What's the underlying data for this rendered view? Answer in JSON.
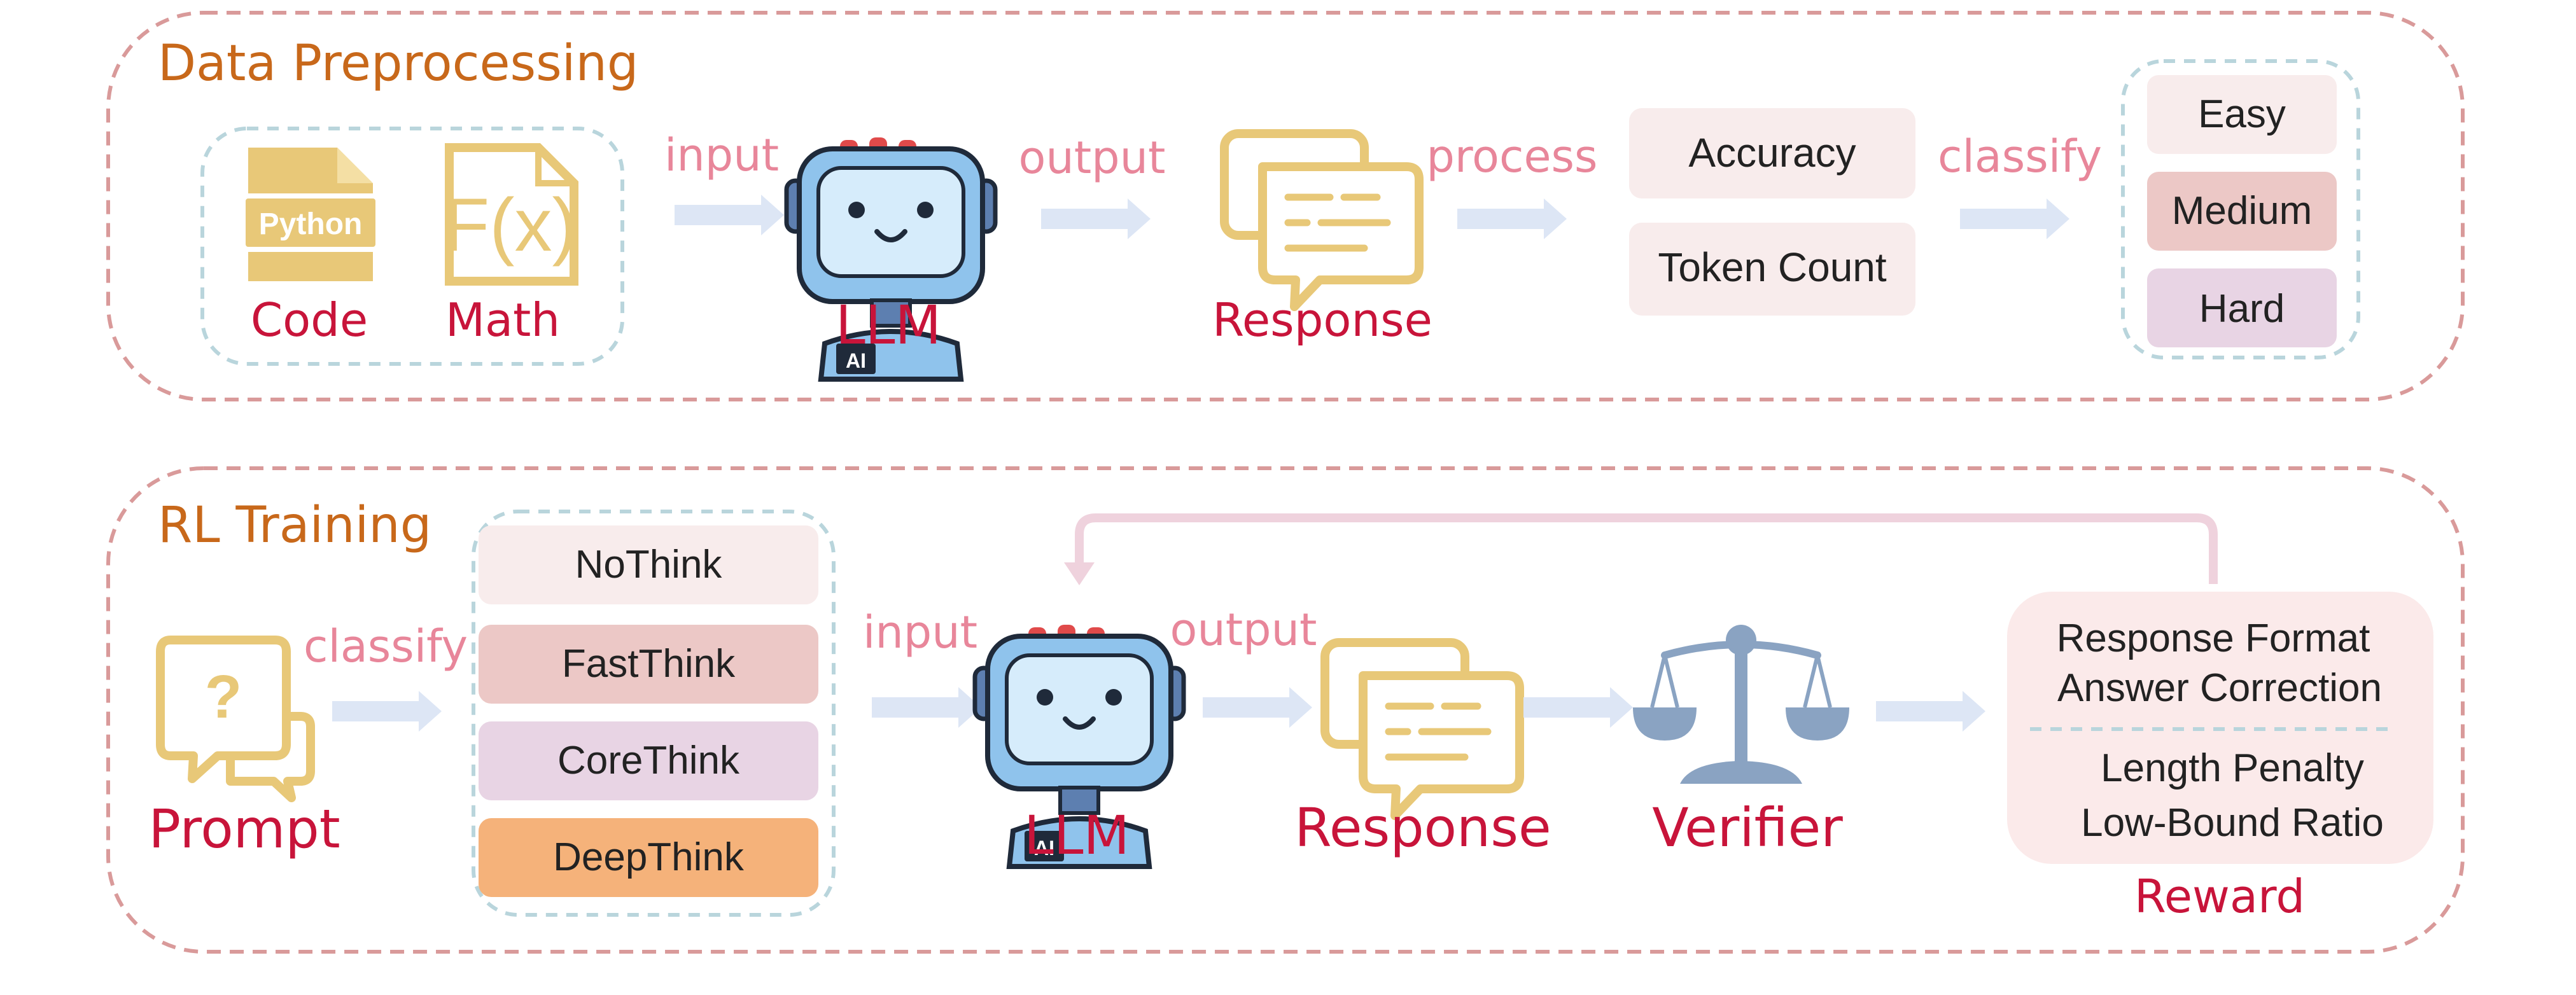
{
  "colors": {
    "section_border": "#d99a9a",
    "section_title": "#c8681a",
    "flow_label": "#e8869a",
    "node_label": "#c8143a",
    "arrow": "#dde6f5",
    "inner_dashed": "#b9d5dc",
    "doc_icon": "#e8c878",
    "robot_face": "#8fc3ec",
    "robot_dark": "#1f2a3a",
    "scale_icon": "#8aa3c2",
    "pale_pink": "#f8ecec",
    "medium_pink": "#ecc8c6",
    "lavender": "#e8d4e4",
    "orange": "#f5b27a",
    "reward_box": "#fbeaea",
    "feedback_line": "#efd2dd"
  },
  "preprocessing": {
    "title": "Data Preprocessing",
    "sources": [
      {
        "icon": "python-file-icon",
        "badge": "Python",
        "label": "Code"
      },
      {
        "icon": "function-file-icon",
        "badge": "F(x)",
        "label": "Math"
      }
    ],
    "input_label": "input",
    "model": {
      "icon": "robot-icon",
      "badge": "AI",
      "label": "LLM"
    },
    "output_label": "output",
    "response": {
      "icon": "chat-bubbles-icon",
      "label": "Response"
    },
    "process_label": "process",
    "metrics": [
      "Accuracy",
      "Token Count"
    ],
    "classify_label": "classify",
    "difficulty": [
      "Easy",
      "Medium",
      "Hard"
    ]
  },
  "training": {
    "title": "RL Training",
    "prompt": {
      "icon": "question-bubble-icon",
      "label": "Prompt"
    },
    "classify_label": "classify",
    "modes": [
      "NoThink",
      "FastThink",
      "CoreThink",
      "DeepThink"
    ],
    "input_label": "input",
    "model": {
      "icon": "robot-icon",
      "badge": "AI",
      "label": "LLM"
    },
    "output_label": "output",
    "response": {
      "icon": "chat-bubbles-icon",
      "label": "Response"
    },
    "verifier": {
      "icon": "balance-scale-icon",
      "label": "Verifier"
    },
    "reward": {
      "lines_top": [
        "Response Format",
        "Answer Correction"
      ],
      "lines_bottom": [
        "Length Penalty",
        "Low-Bound Ratio"
      ],
      "label": "Reward"
    }
  }
}
